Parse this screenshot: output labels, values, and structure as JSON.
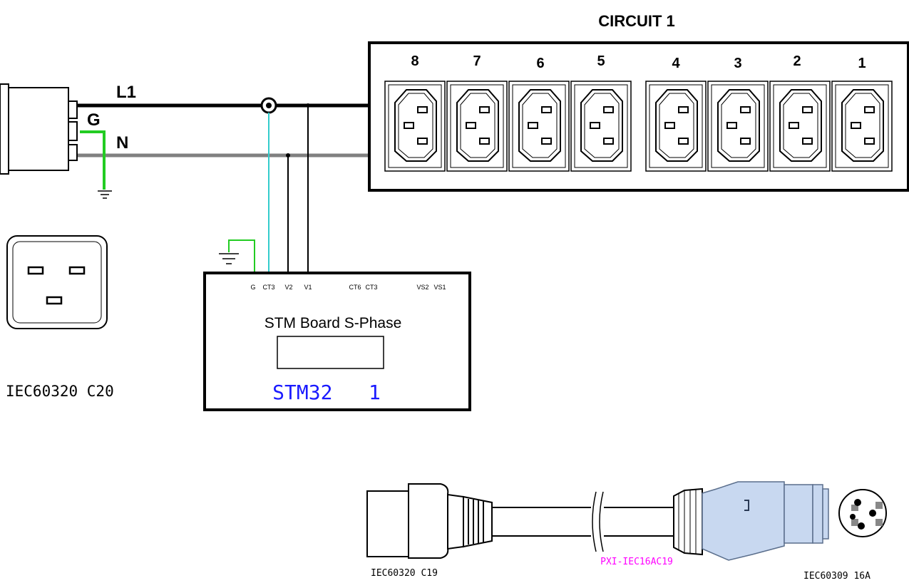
{
  "circuit": {
    "title": "CIRCUIT 1",
    "outlets": [
      "8",
      "7",
      "6",
      "5",
      "4",
      "3",
      "2",
      "1"
    ]
  },
  "lines": {
    "live": "L1",
    "ground": "G",
    "neutral": "N"
  },
  "inlet": {
    "caption": "IEC60320 C20"
  },
  "board": {
    "pins": [
      "G",
      "CT3",
      "V2",
      "V1",
      "CT6",
      "CT3",
      "VS2",
      "VS1"
    ],
    "title": "STM Board S-Phase",
    "id": "STM32   1"
  },
  "cable": {
    "left_caption": "IEC60320 C19",
    "part_number": "PXI-IEC16AC19",
    "right_caption": "IEC60309 16A"
  },
  "colors": {
    "ground_wire": "#22cc22",
    "neutral_wire": "#808080",
    "live_wire": "#000000",
    "sensor_wire": "#33cccc",
    "board_id_text": "#1a1aff",
    "part_number_text": "#ff00ff",
    "plug_blue": "#c8d8f0"
  }
}
